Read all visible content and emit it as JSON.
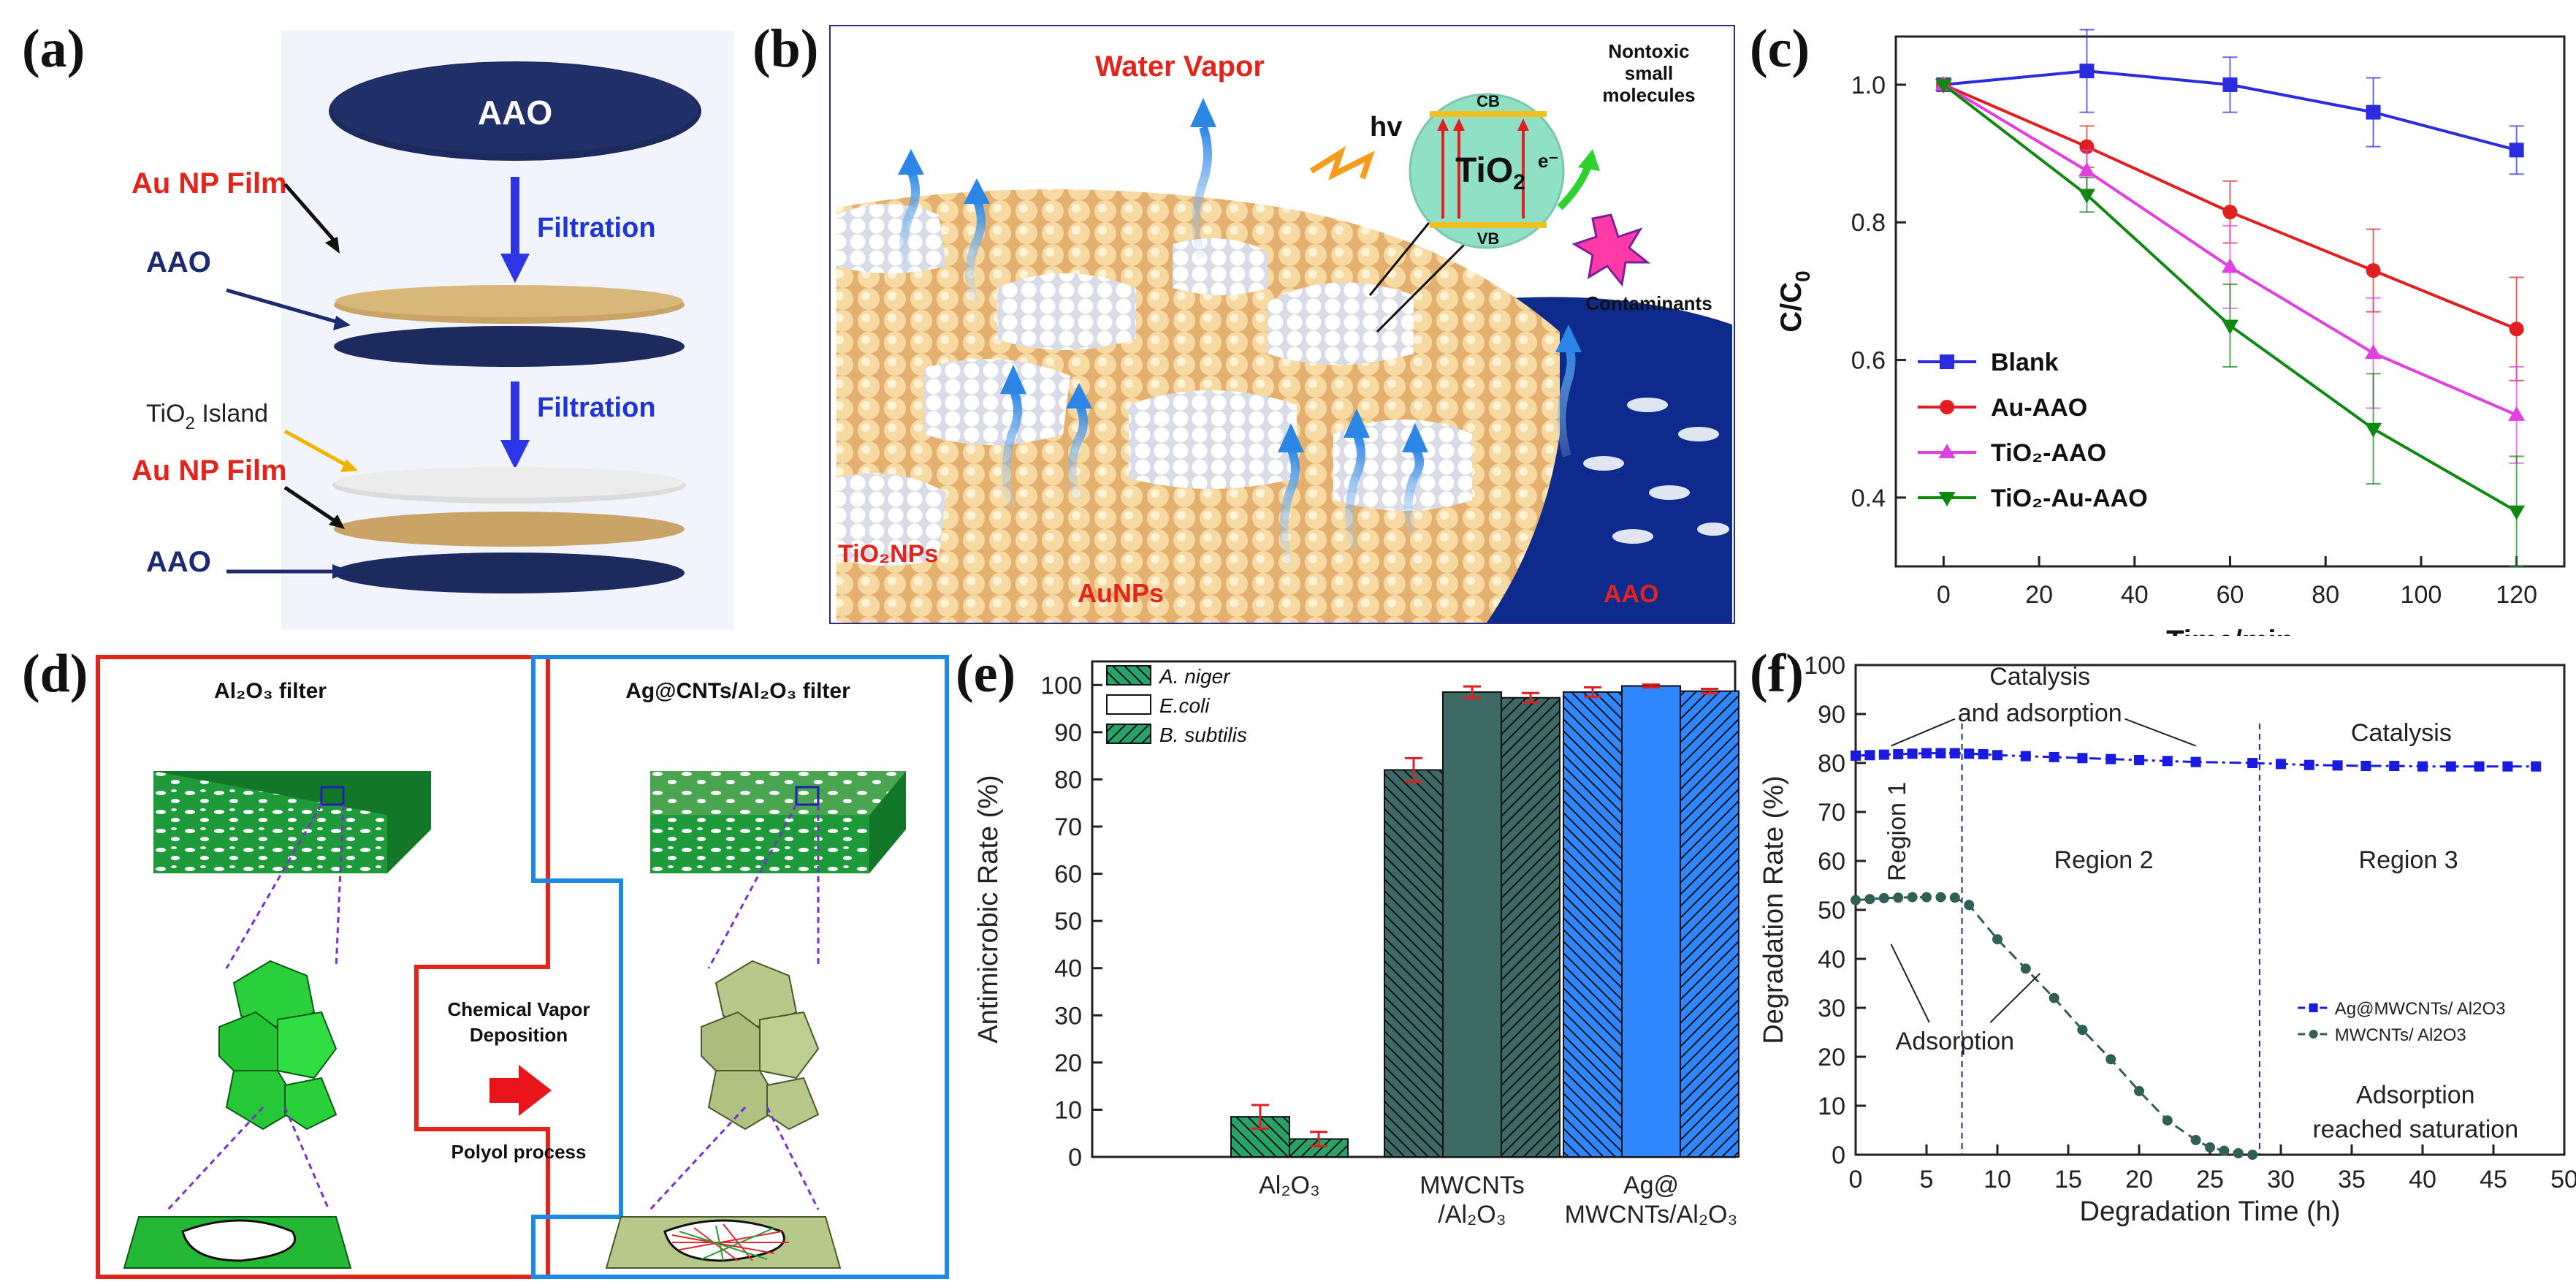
{
  "panel_labels": {
    "a": "(a)",
    "b": "(b)",
    "c": "(c)",
    "d": "(d)",
    "e": "(e)",
    "f": "(f)"
  },
  "panel_a": {
    "disk_aao_label": "AAO",
    "filtration_1": "Filtration",
    "filtration_2": "Filtration",
    "au_film_1": "Au NP Film",
    "aao_1": "AAO",
    "tio2_island_main": "TiO",
    "tio2_island_sub": "2",
    "tio2_island_rest": " Island",
    "au_film_2": "Au NP Film",
    "aao_2": "AAO",
    "colors": {
      "aao": "#1c2a5e",
      "au": "#c9a466",
      "tio2": "#dcdcdc",
      "arrow": "#2e35e6",
      "red_text": "#e3241b",
      "navy_text": "#1c2a6e"
    }
  },
  "panel_b": {
    "water_vapor": "Water Vapor",
    "hv": "hv",
    "cb": "CB",
    "vb": "VB",
    "tio2_main": "TiO",
    "tio2_sub": "2",
    "electron": "e⁻",
    "nontoxic": [
      "Nontoxic",
      "small",
      "molecules"
    ],
    "contaminants": "Contaminants",
    "tio2nps": "TiO₂NPs",
    "aunps": "AuNPs",
    "aao": "AAO"
  },
  "panel_d": {
    "left_title": "Al₂O₃ filter",
    "right_title": "Ag@CNTs/Al₂O₃ filter",
    "cvd_1": "Chemical Vapor",
    "cvd_2": "Deposition",
    "polyol": "Polyol process"
  },
  "chart_data": [
    {
      "panel": "c",
      "type": "line",
      "xlabel": "Time/min",
      "ylabel": "C/C",
      "ylabel_sub": "0",
      "xlim": [
        -10,
        130
      ],
      "ylim": [
        0.3,
        1.07
      ],
      "xticks": [
        "0",
        "20",
        "40",
        "60",
        "80",
        "100",
        "120"
      ],
      "yticks": [
        "0.4",
        "0.6",
        "0.8",
        "1.0"
      ],
      "x": [
        0,
        30,
        60,
        90,
        120
      ],
      "legend_position": "bottom-left",
      "series": [
        {
          "name": "Blank",
          "color": "#2b2be0",
          "marker": "square",
          "values": [
            1.0,
            1.02,
            1.0,
            0.96,
            0.905
          ],
          "errors": [
            0,
            0.06,
            0.04,
            0.05,
            0.035
          ]
        },
        {
          "name": "Au-AAO",
          "color": "#e02020",
          "marker": "circle",
          "values": [
            1.0,
            0.91,
            0.815,
            0.73,
            0.645
          ],
          "errors": [
            0,
            0.03,
            0.045,
            0.06,
            0.075
          ]
        },
        {
          "name": "TiO₂-AAO",
          "color": "#e040e0",
          "marker": "triangle-up",
          "values": [
            1.0,
            0.875,
            0.735,
            0.61,
            0.52
          ],
          "errors": [
            0,
            0.03,
            0.06,
            0.08,
            0.07
          ]
        },
        {
          "name": "TiO₂-Au-AAO",
          "color": "#118811",
          "marker": "triangle-down",
          "values": [
            1.0,
            0.84,
            0.65,
            0.5,
            0.38
          ],
          "errors": [
            0,
            0.025,
            0.06,
            0.08,
            0.08
          ]
        }
      ]
    },
    {
      "panel": "e",
      "type": "bar",
      "ylabel": "Antimicrobic Rate (%)",
      "ylim": [
        0,
        105
      ],
      "yticks": [
        "0",
        "10",
        "20",
        "30",
        "40",
        "50",
        "60",
        "70",
        "80",
        "90",
        "100"
      ],
      "categories": [
        "Al₂O₃",
        "MWCNTs\n/Al₂O₃",
        "Ag@\nMWCNTs/Al₂O₃"
      ],
      "group_colors": [
        "#2aa36b",
        "#3e6a66",
        "#2f86ff"
      ],
      "legend_position": "top-left",
      "series": [
        {
          "name": "A. niger",
          "pattern": "backslash",
          "values": [
            8.5,
            82,
            98.5
          ],
          "errors": [
            2.5,
            2.5,
            1
          ]
        },
        {
          "name": "E.coli",
          "pattern": "solid",
          "values": [
            null,
            98.5,
            99.8
          ],
          "errors": [
            0,
            1.2,
            0.3
          ]
        },
        {
          "name": "B. subtilis",
          "pattern": "slash",
          "values": [
            3.8,
            97.3,
            98.7
          ],
          "errors": [
            1.5,
            1,
            0.5
          ]
        }
      ]
    },
    {
      "panel": "f",
      "type": "line",
      "xlabel": "Degradation Time (h)",
      "ylabel": "Degradation Rate (%)",
      "xlim": [
        0,
        50
      ],
      "ylim": [
        0,
        100
      ],
      "xticks": [
        "0",
        "5",
        "10",
        "15",
        "20",
        "25",
        "30",
        "35",
        "40",
        "45",
        "50"
      ],
      "yticks": [
        "0",
        "10",
        "20",
        "30",
        "40",
        "50",
        "60",
        "70",
        "80",
        "90",
        "100"
      ],
      "legend_position": "lower-right",
      "series": [
        {
          "name": "Ag@MWCNTs/ Al2O3",
          "color": "#1a1ae0",
          "marker": "square",
          "style": "dash-dot",
          "x": [
            0,
            1,
            2,
            3,
            4,
            5,
            6,
            7,
            8,
            9,
            10,
            12,
            14,
            16,
            18,
            20,
            22,
            24,
            28,
            30,
            32,
            34,
            36,
            38,
            40,
            42,
            44,
            46,
            48
          ],
          "values": [
            81.5,
            81.6,
            81.7,
            81.8,
            81.9,
            82.0,
            82.0,
            82.0,
            81.9,
            81.8,
            81.6,
            81.4,
            81.2,
            81.0,
            80.8,
            80.6,
            80.4,
            80.2,
            80.0,
            79.8,
            79.6,
            79.5,
            79.4,
            79.4,
            79.3,
            79.3,
            79.3,
            79.3,
            79.3
          ]
        },
        {
          "name": "MWCNTs/ Al2O3",
          "color": "#2f5f55",
          "marker": "circle",
          "style": "dash",
          "x": [
            0,
            1,
            2,
            3,
            4,
            5,
            6,
            7,
            8,
            10,
            12,
            14,
            16,
            18,
            20,
            22,
            24,
            25,
            26,
            27,
            28
          ],
          "values": [
            52.0,
            52.2,
            52.4,
            52.5,
            52.6,
            52.6,
            52.6,
            52.5,
            51.0,
            44.0,
            38.0,
            32.0,
            25.5,
            19.5,
            13.0,
            7.0,
            3.0,
            1.5,
            0.8,
            0.3,
            0.0
          ]
        }
      ],
      "annotations": {
        "catalysis_adsorption_1": "Catalysis",
        "catalysis_adsorption_2": "and adsorption",
        "catalysis": "Catalysis",
        "region1": "Region 1",
        "region2": "Region 2",
        "region3": "Region 3",
        "adsorption": "Adsorption",
        "saturation_1": "Adsorption",
        "saturation_2": "reached saturation"
      },
      "vlines": [
        7.5,
        28.5
      ]
    }
  ]
}
